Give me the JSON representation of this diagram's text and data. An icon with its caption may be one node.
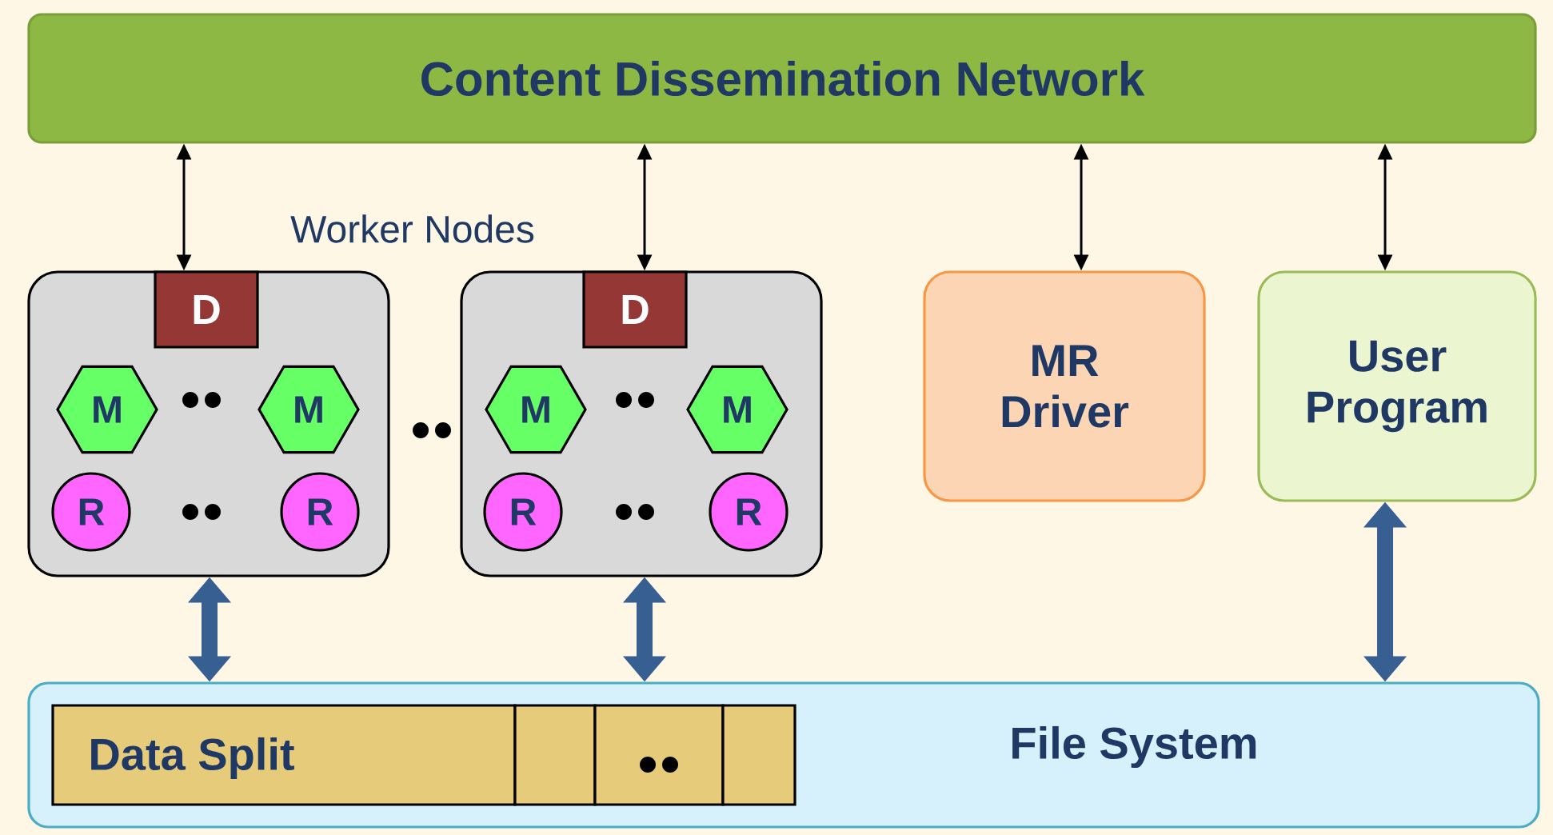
{
  "diagram": {
    "nodes": [
      {
        "text": [
          "Content Dissemination Network"
        ]
      },
      {
        "text": [],
        "shape": "box"
      },
      {
        "text": [
          "D"
        ],
        "in": 1
      },
      {
        "text": [
          "M"
        ],
        "in": 1
      },
      {
        "text": [
          "M"
        ],
        "in": 1
      },
      {
        "text": [
          "R"
        ],
        "in": 1
      },
      {
        "text": [
          "R"
        ],
        "in": 1
      },
      {
        "text": [],
        "shape": "box"
      },
      {
        "text": [
          "D"
        ],
        "in": 7
      },
      {
        "text": [
          "M"
        ],
        "in": 7
      },
      {
        "text": [
          "M"
        ],
        "in": 7
      },
      {
        "text": [
          "R"
        ],
        "in": 7
      },
      {
        "text": [
          "R"
        ],
        "in": 7
      },
      {
        "text": [
          "MR Driver"
        ]
      },
      {
        "text": [
          "User Program"
        ]
      },
      {
        "text": [
          "File System"
        ]
      },
      {
        "text": [
          "Data Split"
        ],
        "in": 15
      },
      {
        "text": [],
        "shape": "box",
        "in": 15
      },
      {
        "text": [],
        "shape": "box",
        "in": 15
      },
      {
        "text": [],
        "shape": "box",
        "in": 15
      }
    ],
    "edges": [
      {
        "from": 0,
        "to": 2,
        "arrow": "both"
      },
      {
        "from": 0,
        "to": 8,
        "arrow": "both"
      },
      {
        "from": 0,
        "to": 13,
        "arrow": "both"
      },
      {
        "from": 0,
        "to": 14,
        "arrow": "both"
      },
      {
        "from": 1,
        "to": 15,
        "arrow": "both",
        "style": "thick",
        "color": "#375f91"
      },
      {
        "from": 7,
        "to": 15,
        "arrow": "both",
        "style": "thick",
        "color": "#375f91"
      },
      {
        "from": 14,
        "to": 15,
        "arrow": "both",
        "style": "thick",
        "color": "#375f91"
      }
    ],
    "labels": [
      "Worker Nodes"
    ]
  }
}
